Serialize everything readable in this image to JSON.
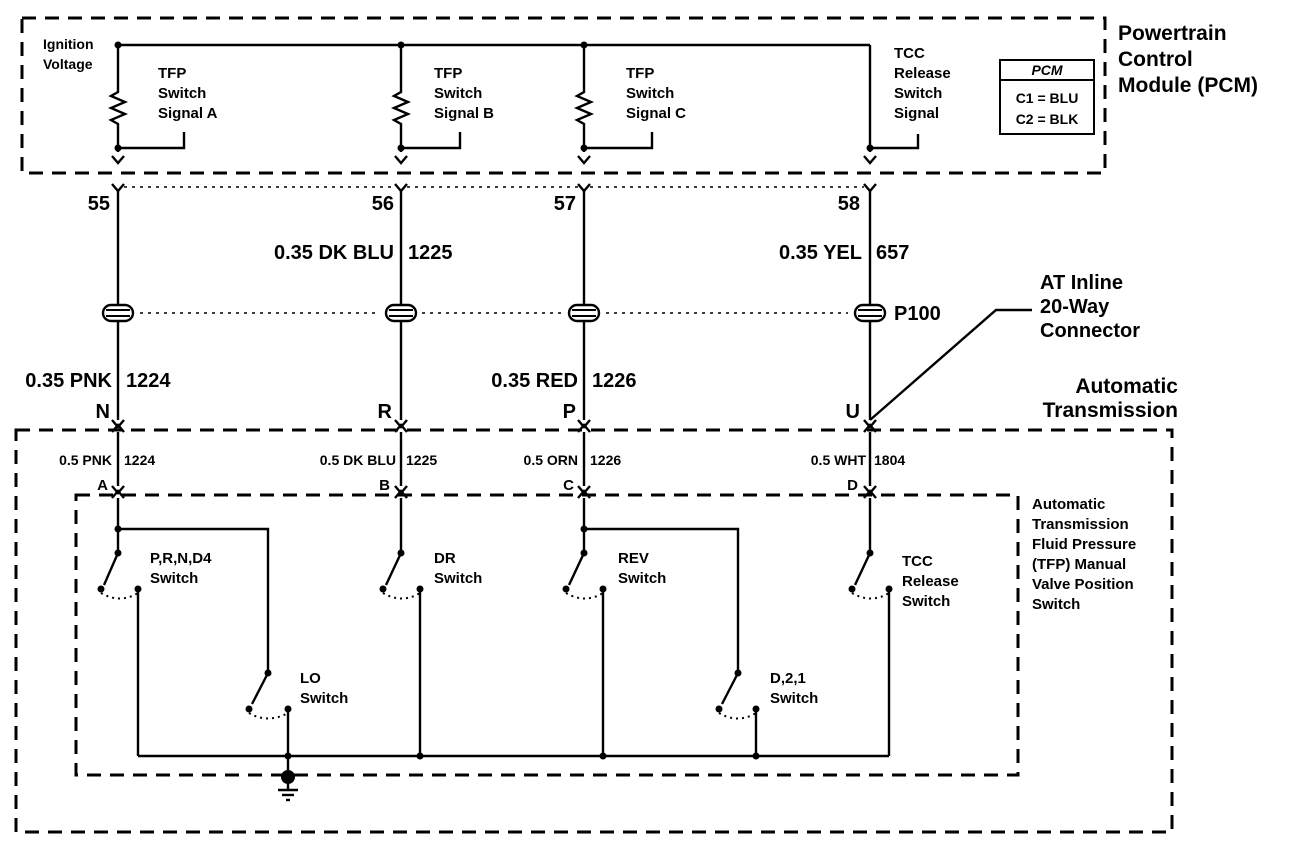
{
  "modules": {
    "pcm_title": [
      "Powertrain",
      "Control",
      "Module (PCM)"
    ],
    "at_title": [
      "Automatic",
      "Transmission"
    ],
    "tfp_switch_title": [
      "Automatic",
      "Transmission",
      "Fluid Pressure",
      "(TFP) Manual",
      "Valve Position",
      "Switch"
    ]
  },
  "pcm_legend": {
    "header": "PCM",
    "rows": [
      "C1 = BLU",
      "C2 = BLK"
    ]
  },
  "pcm_labels": {
    "ignition": [
      "Ignition",
      "Voltage"
    ],
    "tfp_a": [
      "TFP",
      "Switch",
      "Signal A"
    ],
    "tfp_b": [
      "TFP",
      "Switch",
      "Signal B"
    ],
    "tfp_c": [
      "TFP",
      "Switch",
      "Signal C"
    ],
    "tcc": [
      "TCC",
      "Release",
      "Switch",
      "Signal"
    ]
  },
  "pcm_pins": [
    "55",
    "56",
    "57",
    "58"
  ],
  "upper_wires": {
    "w56": "0.35 DK BLU",
    "c56": "1225",
    "w58": "0.35 YEL",
    "c58": "657"
  },
  "connector": {
    "id": "P100",
    "callout": [
      "AT Inline",
      "20-Way",
      "Connector"
    ]
  },
  "lower_wires": {
    "w55": "0.35 PNK",
    "c55": "1224",
    "w57": "0.35 RED",
    "c57": "1226"
  },
  "inline_pins": [
    "N",
    "R",
    "P",
    "U"
  ],
  "trans_wires": [
    {
      "wire": "0.5 PNK",
      "circuit": "1224"
    },
    {
      "wire": "0.5 DK BLU",
      "circuit": "1225"
    },
    {
      "wire": "0.5 ORN",
      "circuit": "1226"
    },
    {
      "wire": "0.5 WHT",
      "circuit": "1804"
    }
  ],
  "switch_pins": [
    "A",
    "B",
    "C",
    "D"
  ],
  "switches": {
    "prnd4": [
      "P,R,N,D4",
      "Switch"
    ],
    "dr": [
      "DR",
      "Switch"
    ],
    "rev": [
      "REV",
      "Switch"
    ],
    "tcc": [
      "TCC",
      "Release",
      "Switch"
    ],
    "lo": [
      "LO",
      "Switch"
    ],
    "d21": [
      "D,2,1",
      "Switch"
    ]
  }
}
